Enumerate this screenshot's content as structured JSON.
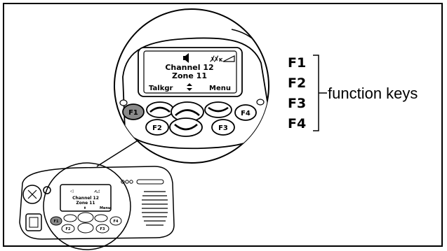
{
  "display": {
    "channel": "Channel 12",
    "zone": "Zone 11",
    "softkey_left": "Talkgr",
    "softkey_right": "Menu",
    "scroll_symbol": "⬍",
    "speaker_symbol": "🔈",
    "signal_symbol": "↗"
  },
  "keys": {
    "f1": "F1",
    "f2": "F2",
    "f3": "F3",
    "f4": "F4"
  },
  "callout": {
    "labels": [
      "F1",
      "F2",
      "F3",
      "F4"
    ],
    "caption": "function keys"
  },
  "colors": {
    "line": "#000000",
    "background": "#ffffff",
    "f1_key": "#8a8a8a",
    "lcd": "#ffffff"
  }
}
